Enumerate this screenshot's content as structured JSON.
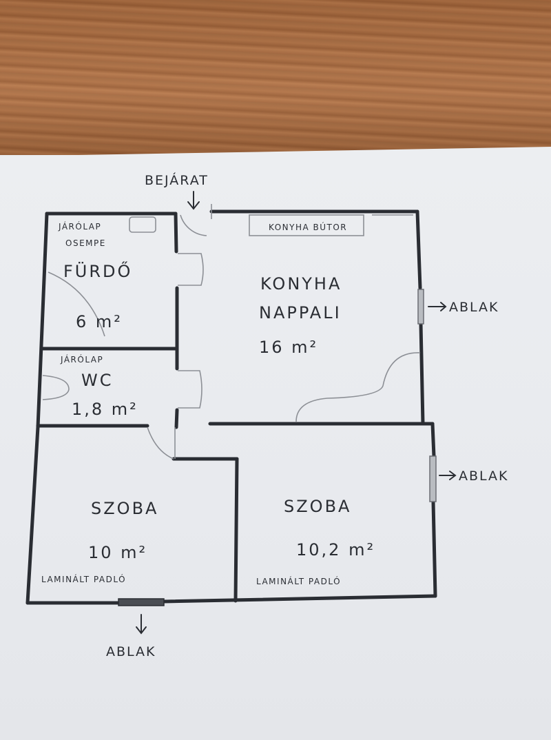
{
  "desk": "wooden-desk",
  "labels": {
    "entrance": "BEJÁRAT",
    "kitchen_furniture": "KONYHA BÚTOR",
    "bath_tile": "JÁRÓLAP",
    "tub": "OSEMPE",
    "bathroom": "FÜRDŐ",
    "bathroom_area": "6 m²",
    "wc_tile": "JÁRÓLAP",
    "wc": "WC",
    "wc_area": "1,8 m²",
    "kitchen": "KONYHA",
    "living": "NAPPALI",
    "kitchen_area": "16 m²",
    "window_right_top": "ABLAK",
    "window_right_mid": "ABLAK",
    "window_bottom": "ABLAK",
    "room_left": "SZOBA",
    "room_left_area": "10 m²",
    "room_left_floor": "LAMINÁLT PADLÓ",
    "room_right": "SZOBA",
    "room_right_area": "10,2 m²",
    "room_right_floor": "LAMINÁLT PADLÓ"
  },
  "colors": {
    "ink": "#2a2d33",
    "pencil": "#8c8f95",
    "paper": "#eceef1",
    "desk": "#a9693f"
  }
}
